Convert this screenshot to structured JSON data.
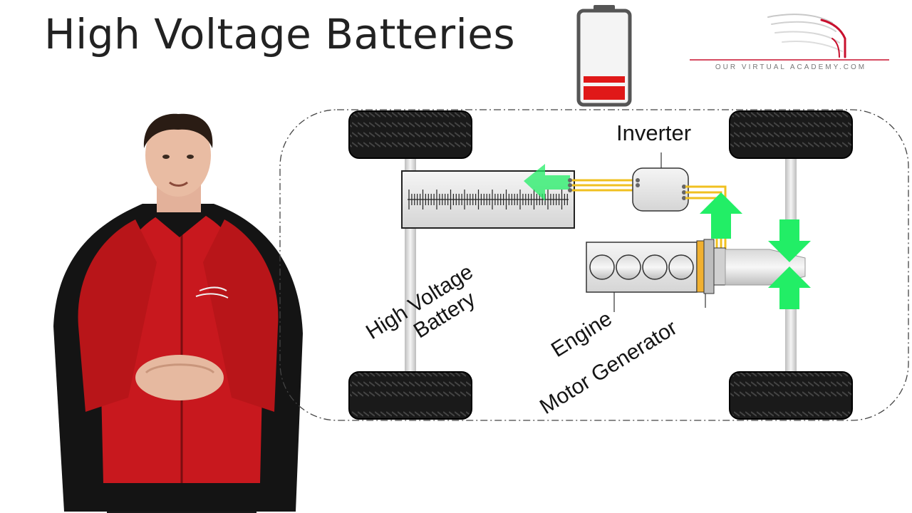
{
  "page": {
    "title": "High Voltage Batteries"
  },
  "logo": {
    "text": "OUR VIRTUAL ACADEMY.COM",
    "accent_color": "#c8102e"
  },
  "diagram": {
    "labels": {
      "inverter": "Inverter",
      "battery_line1": "High Voltage",
      "battery_line2": "Battery",
      "engine": "Engine",
      "motor_generator": "Motor Generator"
    },
    "colors": {
      "flow_arrow": "#22ee66",
      "hv_cable": "#f0c020",
      "battery_level": "#e01818"
    }
  }
}
